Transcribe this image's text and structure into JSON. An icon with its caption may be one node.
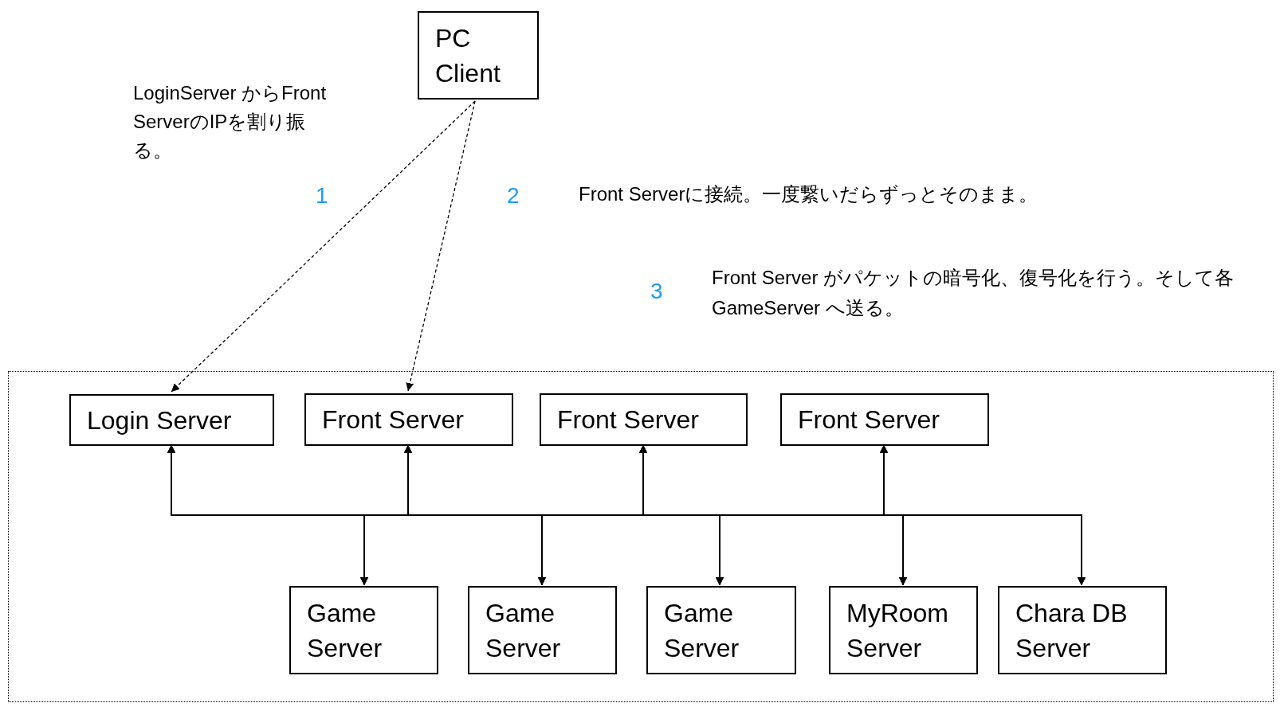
{
  "diagram": {
    "nodes": [
      {
        "text": [
          "PC Client"
        ]
      },
      {
        "text": [],
        "shape": "box"
      },
      {
        "text": [
          "Login Server"
        ],
        "in": 1
      },
      {
        "text": [
          "Front Server"
        ],
        "in": 1
      },
      {
        "text": [
          "Front Server"
        ],
        "in": 1
      },
      {
        "text": [
          "Front Server"
        ],
        "in": 1
      },
      {
        "text": [
          "Game Server"
        ],
        "in": 1
      },
      {
        "text": [
          "Game Server"
        ],
        "in": 1
      },
      {
        "text": [
          "Game Server"
        ],
        "in": 1
      },
      {
        "text": [
          "MyRoom Server"
        ],
        "in": 1
      },
      {
        "text": [
          "Chara DB Server"
        ],
        "in": 1
      }
    ],
    "edges": [
      {
        "from": 0,
        "to": 2,
        "arrow": "to",
        "style": "dashed",
        "label": "1"
      },
      {
        "from": 0,
        "to": 3,
        "arrow": "to",
        "style": "dashed",
        "label": "2"
      },
      {
        "from": 6,
        "to": 2,
        "arrow": "both"
      },
      {
        "from": 6,
        "to": 3,
        "arrow": "both"
      },
      {
        "from": 6,
        "to": 4,
        "arrow": "both"
      },
      {
        "from": 6,
        "to": 5,
        "arrow": "both"
      },
      {
        "from": 7,
        "to": 2,
        "arrow": "both"
      },
      {
        "from": 7,
        "to": 3,
        "arrow": "both"
      },
      {
        "from": 7,
        "to": 4,
        "arrow": "both"
      },
      {
        "from": 7,
        "to": 5,
        "arrow": "both"
      },
      {
        "from": 8,
        "to": 2,
        "arrow": "both"
      },
      {
        "from": 8,
        "to": 3,
        "arrow": "both"
      },
      {
        "from": 8,
        "to": 4,
        "arrow": "both"
      },
      {
        "from": 8,
        "to": 5,
        "arrow": "both"
      },
      {
        "from": 9,
        "to": 2,
        "arrow": "both"
      },
      {
        "from": 9,
        "to": 3,
        "arrow": "both"
      },
      {
        "from": 9,
        "to": 4,
        "arrow": "both"
      },
      {
        "from": 9,
        "to": 5,
        "arrow": "both"
      },
      {
        "from": 10,
        "to": 2,
        "arrow": "both"
      },
      {
        "from": 10,
        "to": 3,
        "arrow": "both"
      },
      {
        "from": 10,
        "to": 4,
        "arrow": "both"
      },
      {
        "from": 10,
        "to": 5,
        "arrow": "both"
      }
    ],
    "labels": [
      "LoginServer からFront ServerのIPを割り振る。",
      "Front Serverに接続。一度繋いだらずっとそのまま。",
      "3",
      "Front Server がパケットの暗号化、復号化を行う。そして各GameServer へ送る。"
    ]
  }
}
